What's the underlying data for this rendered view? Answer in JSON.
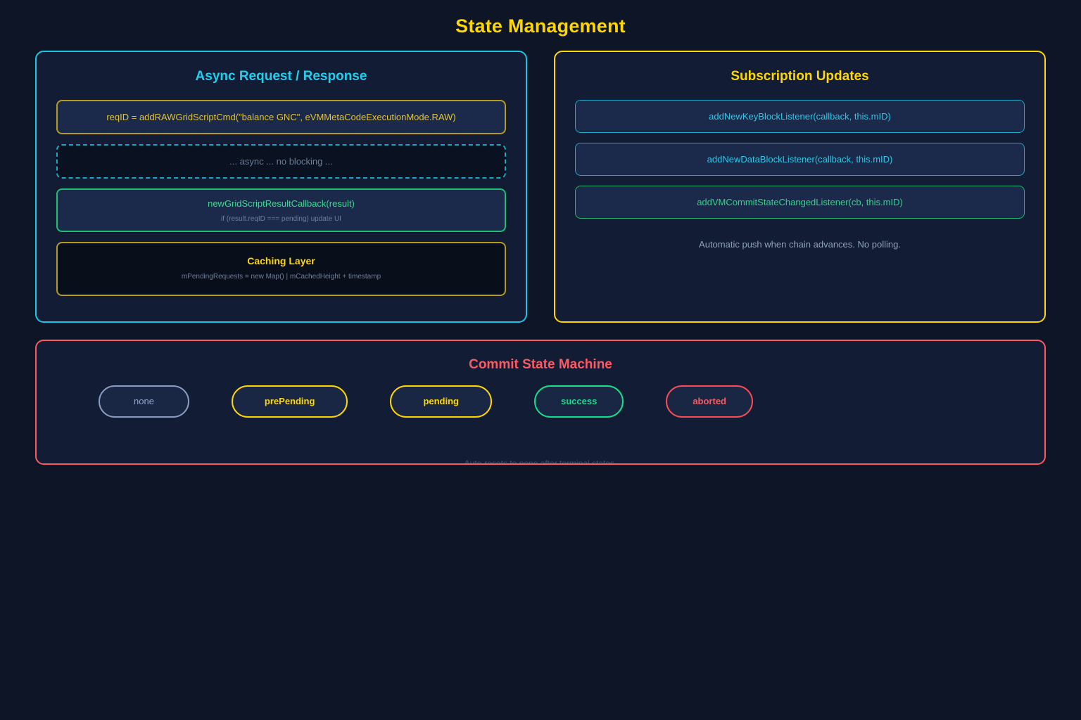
{
  "page": {
    "title": "State Management",
    "background": "#0d1526",
    "accents": {
      "gold": "#ffd700",
      "cyan": "#1fd0ee",
      "green": "#2ee08a",
      "red": "#fc5a63",
      "slate": "#93a6cb"
    }
  },
  "async_panel": {
    "title": "Async Request / Response",
    "border_color": "#14c8e6",
    "request": {
      "text": "reqID = addRAWGridScriptCmd(\"balance GNC\", eVMMetaCodeExecutionMode.RAW)"
    },
    "async_gap": {
      "text": "... async ... no blocking ..."
    },
    "callback": {
      "title": "newGridScriptResultCallback(result)",
      "subtitle": "if (result.reqID === pending) update UI"
    },
    "cache": {
      "title": "Caching Layer",
      "subtitle": "mPendingRequests = new Map() | mCachedHeight + timestamp"
    }
  },
  "subscription_panel": {
    "title": "Subscription Updates",
    "border_color": "#ffd700",
    "listeners": [
      {
        "label": "addNewKeyBlockListener(callback, this.mID)",
        "color": "#2ec8e6"
      },
      {
        "label": "addNewDataBlockListener(callback, this.mID)",
        "color": "#2ec8e6"
      },
      {
        "label": "addVMCommitStateChangedListener(cb, this.mID)",
        "color": "#2fd585"
      }
    ],
    "note": "Automatic push when chain advances. No polling."
  },
  "state_machine": {
    "title": "Commit State Machine",
    "border_color": "#fc5a63",
    "states": [
      {
        "label": "none",
        "variant": "none"
      },
      {
        "label": "prePending",
        "variant": "yellow"
      },
      {
        "label": "pending",
        "variant": "yellow"
      },
      {
        "label": "success",
        "variant": "green"
      },
      {
        "label": "aborted",
        "variant": "red"
      }
    ],
    "note": "Auto-resets to none after terminal states."
  }
}
